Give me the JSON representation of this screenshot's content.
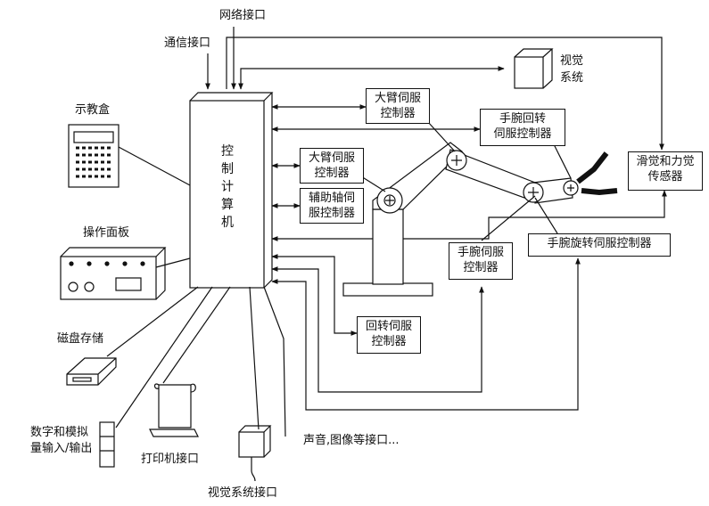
{
  "computer": {
    "label_chars": [
      "控",
      "制",
      "计",
      "算",
      "机"
    ]
  },
  "interfaces": {
    "network": "网络接口",
    "comm": "通信接口",
    "printer": "打印机接口",
    "vision": "视觉系统接口",
    "sound": "声音,图像等接口..."
  },
  "peripherals": {
    "teach_box": "示教盒",
    "operation_panel": "操作面板",
    "disk_storage": "磁盘存储",
    "io_line1": "数字和模拟",
    "io_line2": "量输入/输出"
  },
  "controllers": {
    "upper_arm_top": {
      "line1": "大臂伺服",
      "line2": "控制器"
    },
    "upper_arm_left": {
      "line1": "大臂伺服",
      "line2": "控制器"
    },
    "aux_axis": {
      "line1": "辅助轴伺",
      "line2": "服控制器"
    },
    "wrist_rotate": {
      "line1": "手腕回转",
      "line2": "伺服控制器"
    },
    "wrist": {
      "line1": "手腕伺服",
      "line2": "控制器"
    },
    "wrist_spin": {
      "line1": "手腕旋转伺服控制器"
    },
    "base_rotate": {
      "line1": "回转伺服",
      "line2": "控制器"
    }
  },
  "sensors": {
    "vision_system_line1": "视觉",
    "vision_system_line2": "系统",
    "slip_force_line1": "滑觉和力觉",
    "slip_force_line2": "传感器"
  }
}
